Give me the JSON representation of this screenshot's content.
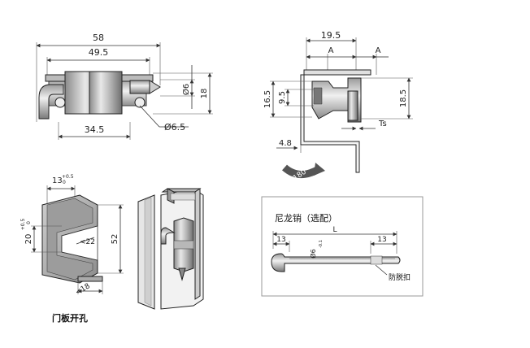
{
  "front_view": {
    "dim_overall_length": "58",
    "dim_body_length": "49.5",
    "dim_base_length": "34.5",
    "dim_pin_diameter": "Ø6",
    "dim_height": "18",
    "dim_hole_diameter": "Ø6.5"
  },
  "side_view": {
    "dim_width": "19.5",
    "dim_a_left": "A",
    "dim_a_right": "A",
    "dim_height_left": "16.5",
    "dim_inner_height": "9.5",
    "dim_height_right": "18.5",
    "dim_thickness": "Ts",
    "dim_offset": "4.8",
    "dim_rotation": "180°"
  },
  "cutout_view": {
    "dim_top": "13",
    "dim_top_tol_upper": "+0.5",
    "dim_top_tol_lower": "0",
    "dim_slot": "20",
    "dim_slot_tol_upper": "+0.5",
    "dim_slot_tol_lower": "0",
    "dim_depth": "<22",
    "dim_total": "52",
    "dim_bottom": "<18",
    "caption": "门板开孔"
  },
  "pin_detail": {
    "title": "尼龙销（选配）",
    "dim_left": "13",
    "dim_length": "L",
    "dim_right": "13",
    "dim_diameter": "Ø6",
    "dim_diameter_tol": "-0.1",
    "clip_label": "防脱扣"
  }
}
